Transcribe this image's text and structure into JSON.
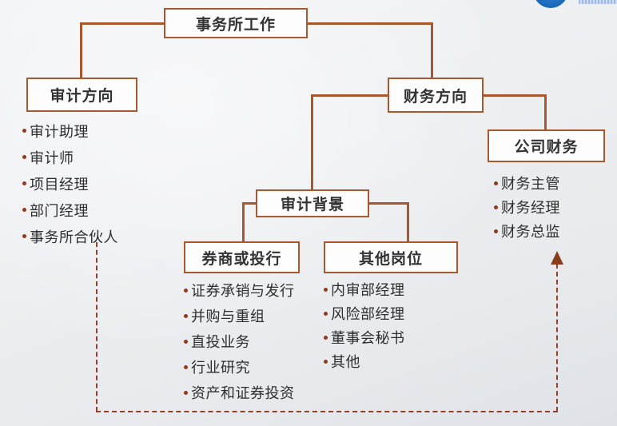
{
  "diagram": {
    "title_note": "career paths flowchart",
    "root": {
      "label": "事务所工作"
    },
    "audit_direction": {
      "label": "审计方向",
      "items": [
        "审计助理",
        "审计师",
        "项目经理",
        "部门经理",
        "事务所合伙人"
      ]
    },
    "finance_direction": {
      "label": "财务方向"
    },
    "corporate_finance": {
      "label": "公司财务",
      "items": [
        "财务主管",
        "财务经理",
        "财务总监"
      ]
    },
    "audit_background": {
      "label": "审计背景"
    },
    "brokerage_ibank": {
      "label": "券商或投行",
      "items": [
        "证券承销与发行",
        "并购与重组",
        "直投业务",
        "行业研究",
        "资产和证券投资"
      ]
    },
    "other_positions": {
      "label": "其他岗位",
      "items": [
        "内审部经理",
        "风险部经理",
        "董事会秘书",
        "其他"
      ]
    },
    "colors": {
      "box_border": "#a9572c",
      "connector": "#a9572c",
      "dashed_arrow": "#953f24",
      "bullet": "#8e3a20",
      "text": "#2e2e2e",
      "logo_blue": "#1a69ba"
    }
  }
}
